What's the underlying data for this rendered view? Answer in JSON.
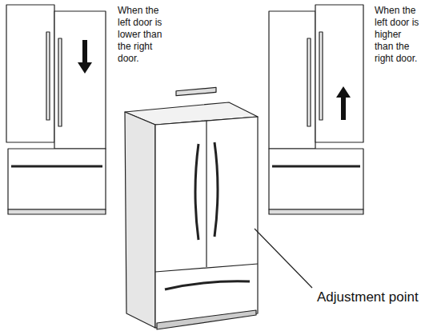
{
  "diagram": {
    "labels": [
      "When the left door is lower than the right door.",
      "When the left door is higher than the right door.",
      "Adjustment point"
    ]
  }
}
